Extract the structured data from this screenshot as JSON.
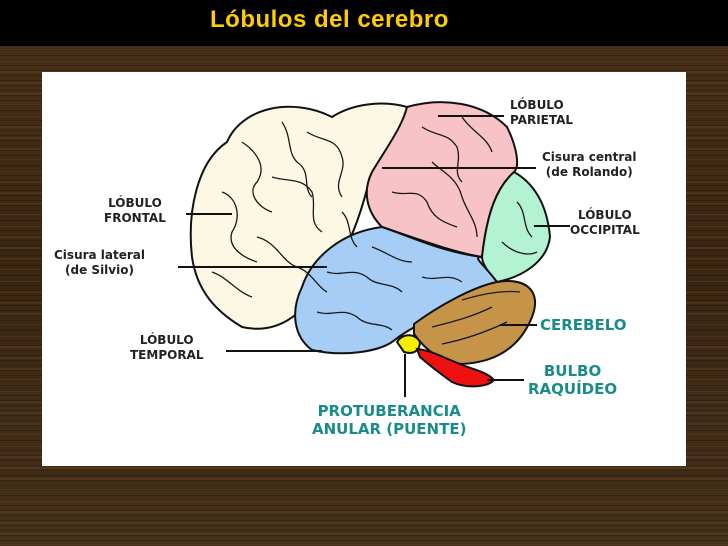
{
  "slide": {
    "title": "Lóbulos del cerebro"
  },
  "labels": {
    "parietal": [
      "LÓBULO",
      "PARIETAL"
    ],
    "central": [
      "Cisura central",
      "(de Rolando)"
    ],
    "occipital": [
      "LÓBULO",
      "OCCIPITAL"
    ],
    "frontal": [
      "LÓBULO",
      "FRONTAL"
    ],
    "lateral": [
      "Cisura lateral",
      "(de Silvio)"
    ],
    "temporal": [
      "LÓBULO",
      "TEMPORAL"
    ],
    "cerebelo": [
      "CEREBELO"
    ],
    "bulbo": [
      "BULBO",
      "RAQUÍDEO"
    ],
    "protuberancia": [
      "PROTUBERANCIA",
      "ANULAR (PUENTE)"
    ]
  },
  "colors": {
    "frontal": "#fdf8e4",
    "parietal": "#f8c3c6",
    "occipital": "#b4f2d4",
    "temporal": "#a6cdf5",
    "cerebelo": "#c69448",
    "bulbo": "#ee1111",
    "protuberancia": "#f5f000",
    "label_teal": "#1a8a8a",
    "title": "#ffcc00"
  }
}
